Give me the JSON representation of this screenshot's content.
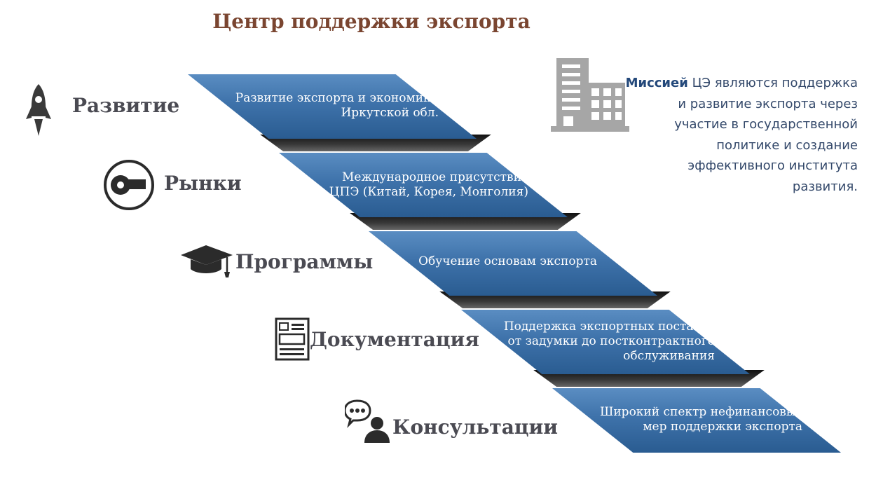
{
  "title": "Центр поддержки экспорта",
  "mission": {
    "bold": "Миссией",
    "text": " ЦЭ являются поддержка и развитие экспорта через участие в государственной политике и создание эффективного института развития."
  },
  "steps": [
    {
      "label": "Развитие",
      "icon": "rocket-icon",
      "lines": [
        "Развитие экспорта и экономики",
        "Иркутской обл."
      ]
    },
    {
      "label": "Рынки",
      "icon": "tape-icon",
      "lines": [
        "Международное присутствие",
        "ЦПЭ (Китай, Корея, Монголия)"
      ]
    },
    {
      "label": "Программы",
      "icon": "graduation-cap-icon",
      "lines": [
        "Обучение основам экспорта"
      ]
    },
    {
      "label": "Документация",
      "icon": "document-icon",
      "lines": [
        "Поддержка экспортных поставок",
        "от задумки до постконтрактного",
        "обслуживания"
      ]
    },
    {
      "label": "Консультации",
      "icon": "consultant-icon",
      "lines": [
        "Широкий спектр нефинансовых",
        "мер поддержки экспорта"
      ]
    }
  ],
  "colors": {
    "title": "#7a4530",
    "step_blue": "#3e72aa",
    "label_gray": "#4a4a52",
    "icon_gray": "#a6a6a6",
    "mission_text": "#33486a"
  }
}
